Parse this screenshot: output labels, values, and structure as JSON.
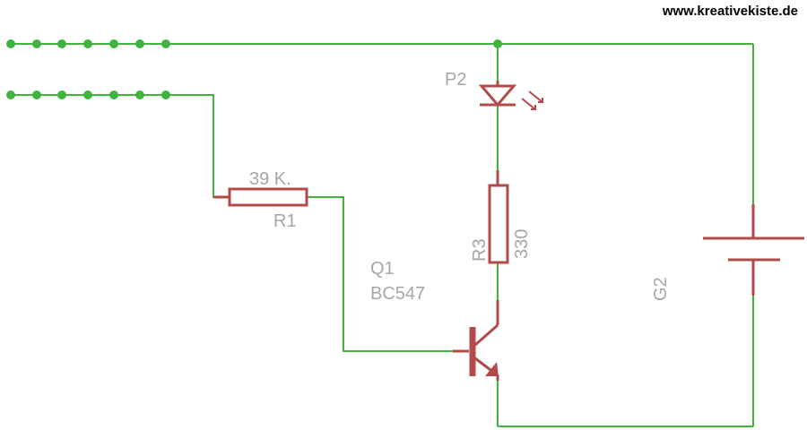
{
  "website": "www.kreativekiste.de",
  "colors": {
    "wire": "#3fb53f",
    "component": "#b24a4a",
    "label": "#a6a6a6",
    "text": "#000000"
  },
  "components": {
    "led": {
      "name": "P2"
    },
    "resistor_r1": {
      "name": "R1",
      "value": "39 K."
    },
    "resistor_r3": {
      "name": "R3",
      "value": "330"
    },
    "transistor": {
      "name": "Q1",
      "value": "BC547"
    },
    "battery": {
      "name": "G2"
    }
  }
}
